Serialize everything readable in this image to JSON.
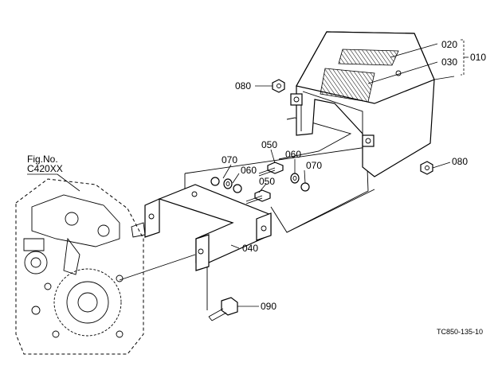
{
  "figure_reference": {
    "line1": "Fig.No.",
    "line2": "C420XX"
  },
  "drawing_code": "TC850-135-10",
  "callouts": {
    "c010": "010",
    "c020": "020",
    "c030": "030",
    "c040": "040",
    "c050a": "050",
    "c050b": "050",
    "c060a": "060",
    "c060b": "060",
    "c070a": "070",
    "c070b": "070",
    "c080a": "080",
    "c080b": "080",
    "c090": "090"
  }
}
